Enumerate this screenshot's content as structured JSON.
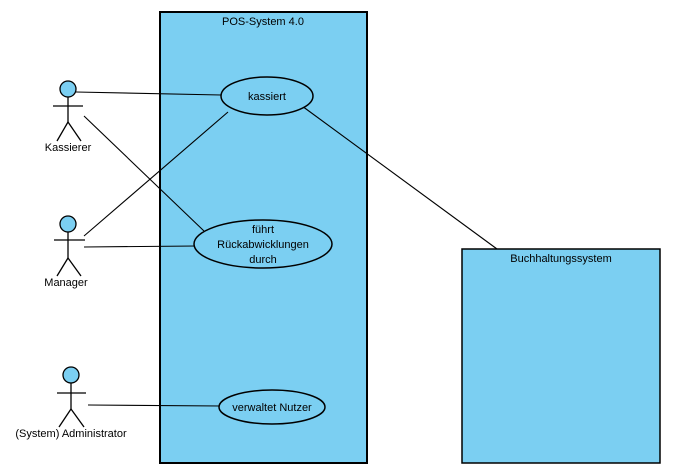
{
  "diagram": {
    "type": "uml-use-case-diagram",
    "system_boundary": {
      "title": "POS-System 4.0"
    },
    "external_system": {
      "title": "Buchhaltungssystem"
    },
    "actors": [
      {
        "label": "Kassierer"
      },
      {
        "label": "Manager"
      },
      {
        "label": "(System) Administrator"
      }
    ],
    "use_cases": [
      {
        "label": "kassiert"
      },
      {
        "lines": [
          "führt",
          "Rückabwicklungen",
          "durch"
        ]
      },
      {
        "label": "verwaltet Nutzer"
      }
    ],
    "associations": [
      {
        "from": "Kassierer",
        "to": "kassiert"
      },
      {
        "from": "Kassierer",
        "to": "führt Rückabwicklungen durch"
      },
      {
        "from": "Manager",
        "to": "kassiert"
      },
      {
        "from": "Manager",
        "to": "führt Rückabwicklungen durch"
      },
      {
        "from": "kassiert",
        "to": "Buchhaltungssystem"
      },
      {
        "from": "(System) Administrator",
        "to": "verwaltet Nutzer"
      }
    ],
    "colors": {
      "shape_fill": "#7BCFF2",
      "stroke": "#000000",
      "background": "#FFFFFF"
    }
  }
}
